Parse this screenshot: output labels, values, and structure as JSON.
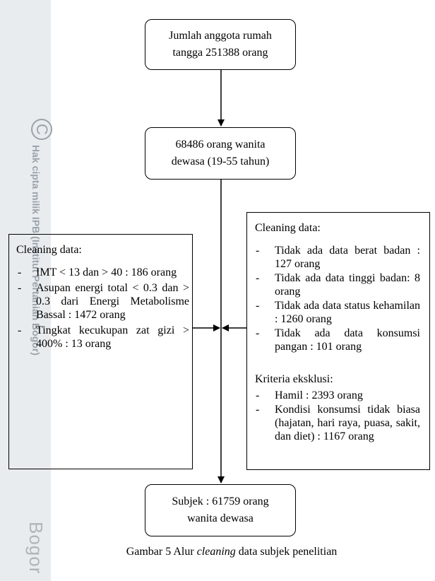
{
  "watermark": {
    "symbol": "C",
    "text": "Hak cipta milik IPB (Institut Pertanian Bogor)",
    "city": "Bogor"
  },
  "flow": {
    "box1": [
      "Jumlah anggota rumah",
      "tangga 251388 orang"
    ],
    "box2": [
      "68486 orang wanita",
      "dewasa (19-55 tahun)"
    ],
    "box3": [
      "Subjek : 61759 orang",
      "wanita dewasa"
    ]
  },
  "left_panel": {
    "heading": "Cleaning data:",
    "items": [
      "IMT < 13 dan > 40 : 186 orang",
      "Asupan energi total < 0.3 dan > 0.3 dari Energi Metabolisme Bassal : 1472 orang",
      "Tingkat kecukupan zat gizi > 400% : 13 orang"
    ]
  },
  "right_panel": {
    "heading": "Cleaning data:",
    "items": [
      "Tidak ada data berat badan : 127 orang",
      "Tidak ada data tinggi badan: 8 orang",
      "Tidak ada data status kehamilan : 1260 orang",
      "Tidak ada data konsumsi pangan : 101 orang"
    ],
    "exclusion_heading": "Kriteria eksklusi:",
    "exclusion_items": [
      "Hamil : 2393 orang",
      "Kondisi konsumsi tidak biasa (hajatan, hari raya, puasa, sakit, dan diet) : 1167 orang"
    ]
  },
  "caption": {
    "prefix": "Gambar 5  Alur ",
    "emphasis": "cleaning",
    "suffix": " data subjek penelitian"
  }
}
